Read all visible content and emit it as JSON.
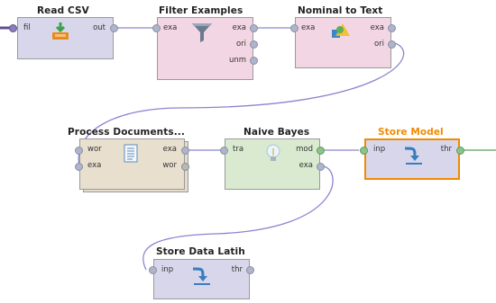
{
  "operators": {
    "read_csv": {
      "title": "Read CSV",
      "ports_in": [
        "fil"
      ],
      "ports_out": [
        "out"
      ]
    },
    "filter_examples": {
      "title": "Filter Examples",
      "ports_in": [
        "exa"
      ],
      "ports_out": [
        "exa",
        "ori",
        "unm"
      ]
    },
    "nominal_to_text": {
      "title": "Nominal to Text",
      "ports_in": [
        "exa"
      ],
      "ports_out": [
        "exa",
        "ori"
      ]
    },
    "process_documents": {
      "title": "Process Documents...",
      "ports_in": [
        "wor",
        "exa"
      ],
      "ports_out": [
        "exa",
        "wor"
      ]
    },
    "naive_bayes": {
      "title": "Naive Bayes",
      "ports_in": [
        "tra"
      ],
      "ports_out": [
        "mod",
        "exa"
      ]
    },
    "store_model": {
      "title": "Store Model",
      "ports_in": [
        "inp"
      ],
      "ports_out": [
        "thr"
      ]
    },
    "store_data_latih": {
      "title": "Store Data Latih",
      "ports_in": [
        "inp"
      ],
      "ports_out": [
        "thr"
      ]
    }
  },
  "colors": {
    "connection": "#8a85d0",
    "selected_title": "#f28a00",
    "read_csv_fill": "#d8d6ea",
    "filter_fill": "#f3d6e3",
    "nominal_fill": "#f3d6e3",
    "process_fill": "#e8dfcf",
    "naive_fill": "#d9ead0",
    "store_fill": "#d8d6ea"
  }
}
